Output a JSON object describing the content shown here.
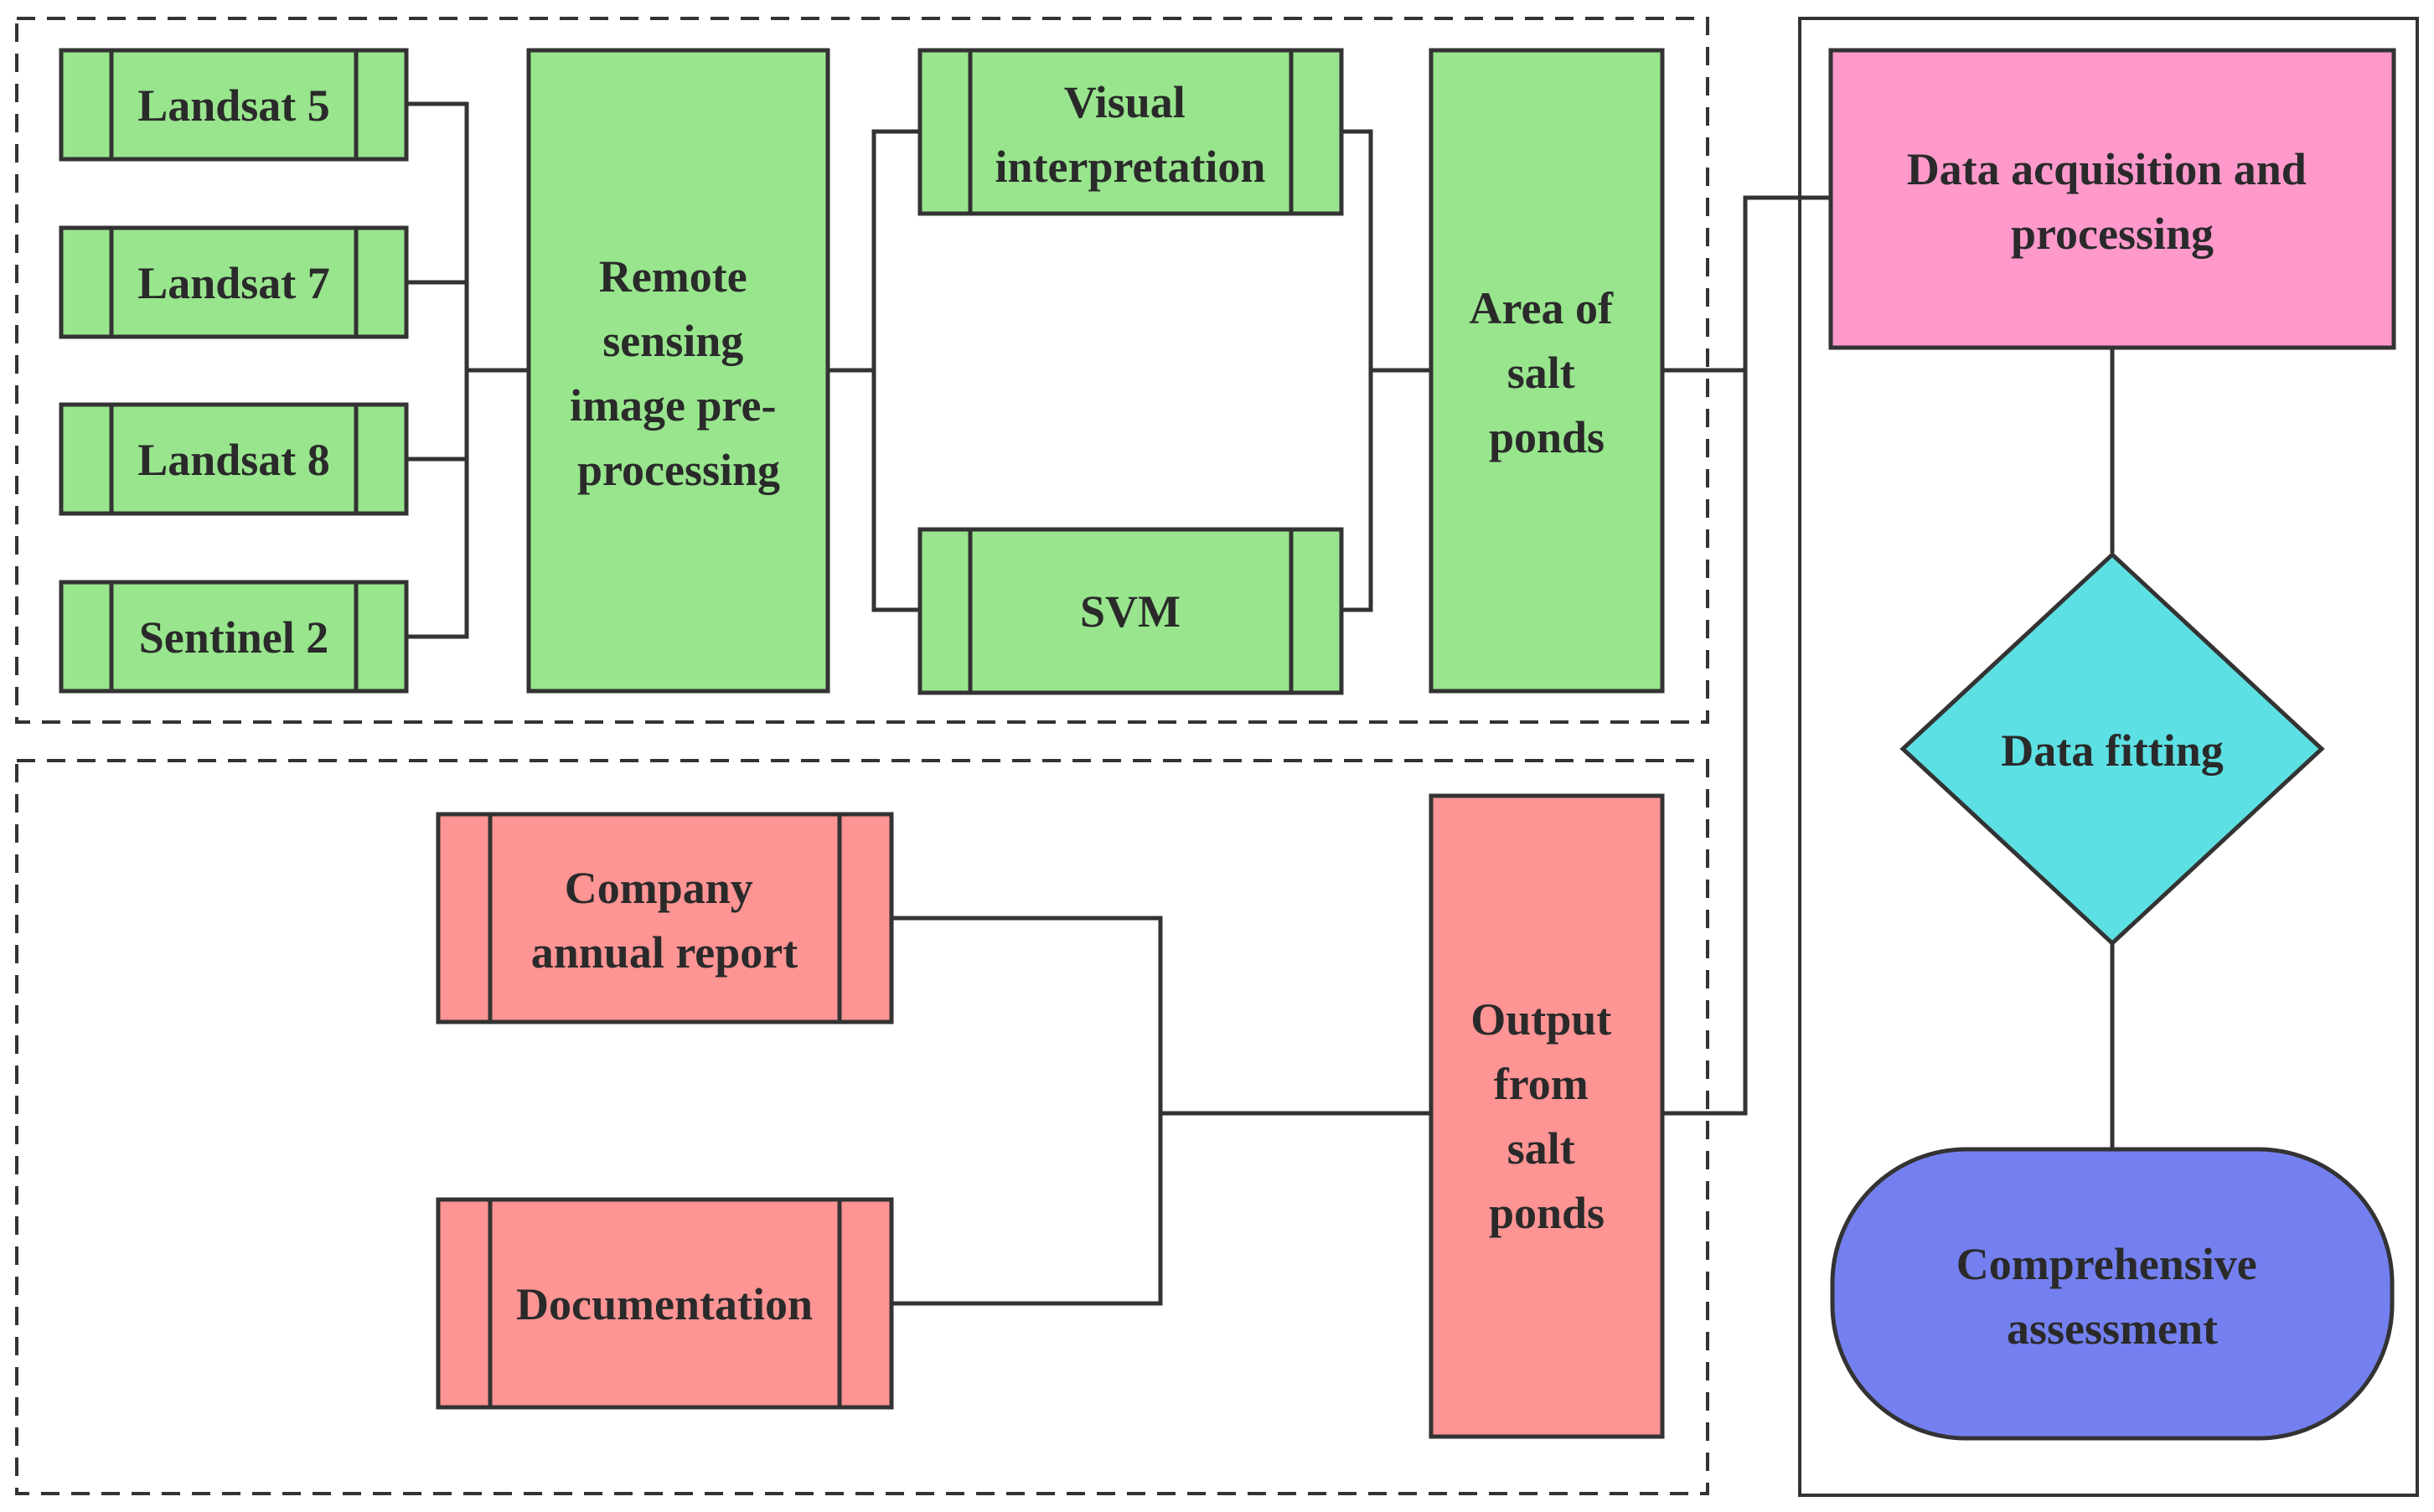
{
  "nodes": {
    "landsat5": "Landsat 5",
    "landsat7": "Landsat 7",
    "landsat8": "Landsat 8",
    "sentinel2": "Sentinel 2",
    "preprocessing": [
      "Remote",
      "sensing",
      "image pre-",
      "processing"
    ],
    "visual": [
      "Visual",
      "interpretation"
    ],
    "svm": "SVM",
    "area": [
      "Area of",
      "salt",
      "ponds"
    ],
    "company": [
      "Company",
      "annual report"
    ],
    "documentation": "Documentation",
    "output": [
      "Output",
      "from",
      "salt",
      "ponds"
    ],
    "acquisition": [
      "Data acquisition and",
      "processing"
    ],
    "fitting": "Data fitting",
    "assessment": [
      "Comprehensive",
      "assessment"
    ]
  },
  "colors": {
    "green": "#98e58d",
    "red": "#ff9494",
    "pink": "#ff99cc",
    "cyan": "#5ce0e3",
    "blue": "#7480ef",
    "stroke": "#333333"
  }
}
